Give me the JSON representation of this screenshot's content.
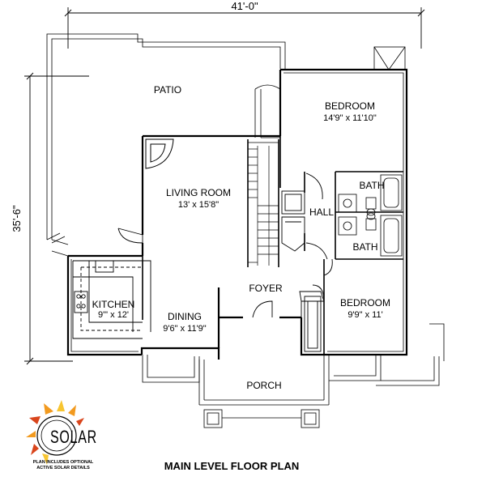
{
  "dimensions": {
    "width": "41'-0\"",
    "depth": "35'-6\""
  },
  "rooms": {
    "patio": {
      "label": "PATIO"
    },
    "bedroom1": {
      "label": "BEDROOM",
      "size": "14'9\" x 11'10\""
    },
    "living": {
      "label": "LIVING ROOM",
      "size": "13' x 15'8\""
    },
    "bath1": {
      "label": "BATH"
    },
    "bath2": {
      "label": "BATH"
    },
    "hall": {
      "label": "HALL"
    },
    "foyer": {
      "label": "FOYER"
    },
    "kitchen": {
      "label": "KITCHEN",
      "size": "9\"' x 12'"
    },
    "dining": {
      "label": "DINING",
      "size": "9'6\" x 11'9\""
    },
    "bedroom2": {
      "label": "BEDROOM",
      "size": "9'9\" x 11'"
    },
    "porch": {
      "label": "PORCH"
    }
  },
  "logo": {
    "wordmark": "SOLAR",
    "note_line1": "PLAN INCLUDES OPTIONAL",
    "note_line2": "ACTIVE SOLAR DETAILS"
  },
  "title": "MAIN LEVEL FLOOR PLAN",
  "colors": {
    "line": "#000000",
    "wall_fill": "#ffffff",
    "sun_orange": "#f29a1f",
    "sun_red": "#d9451c",
    "sun_yellow": "#f7c531",
    "logo_ring": "#000000"
  }
}
